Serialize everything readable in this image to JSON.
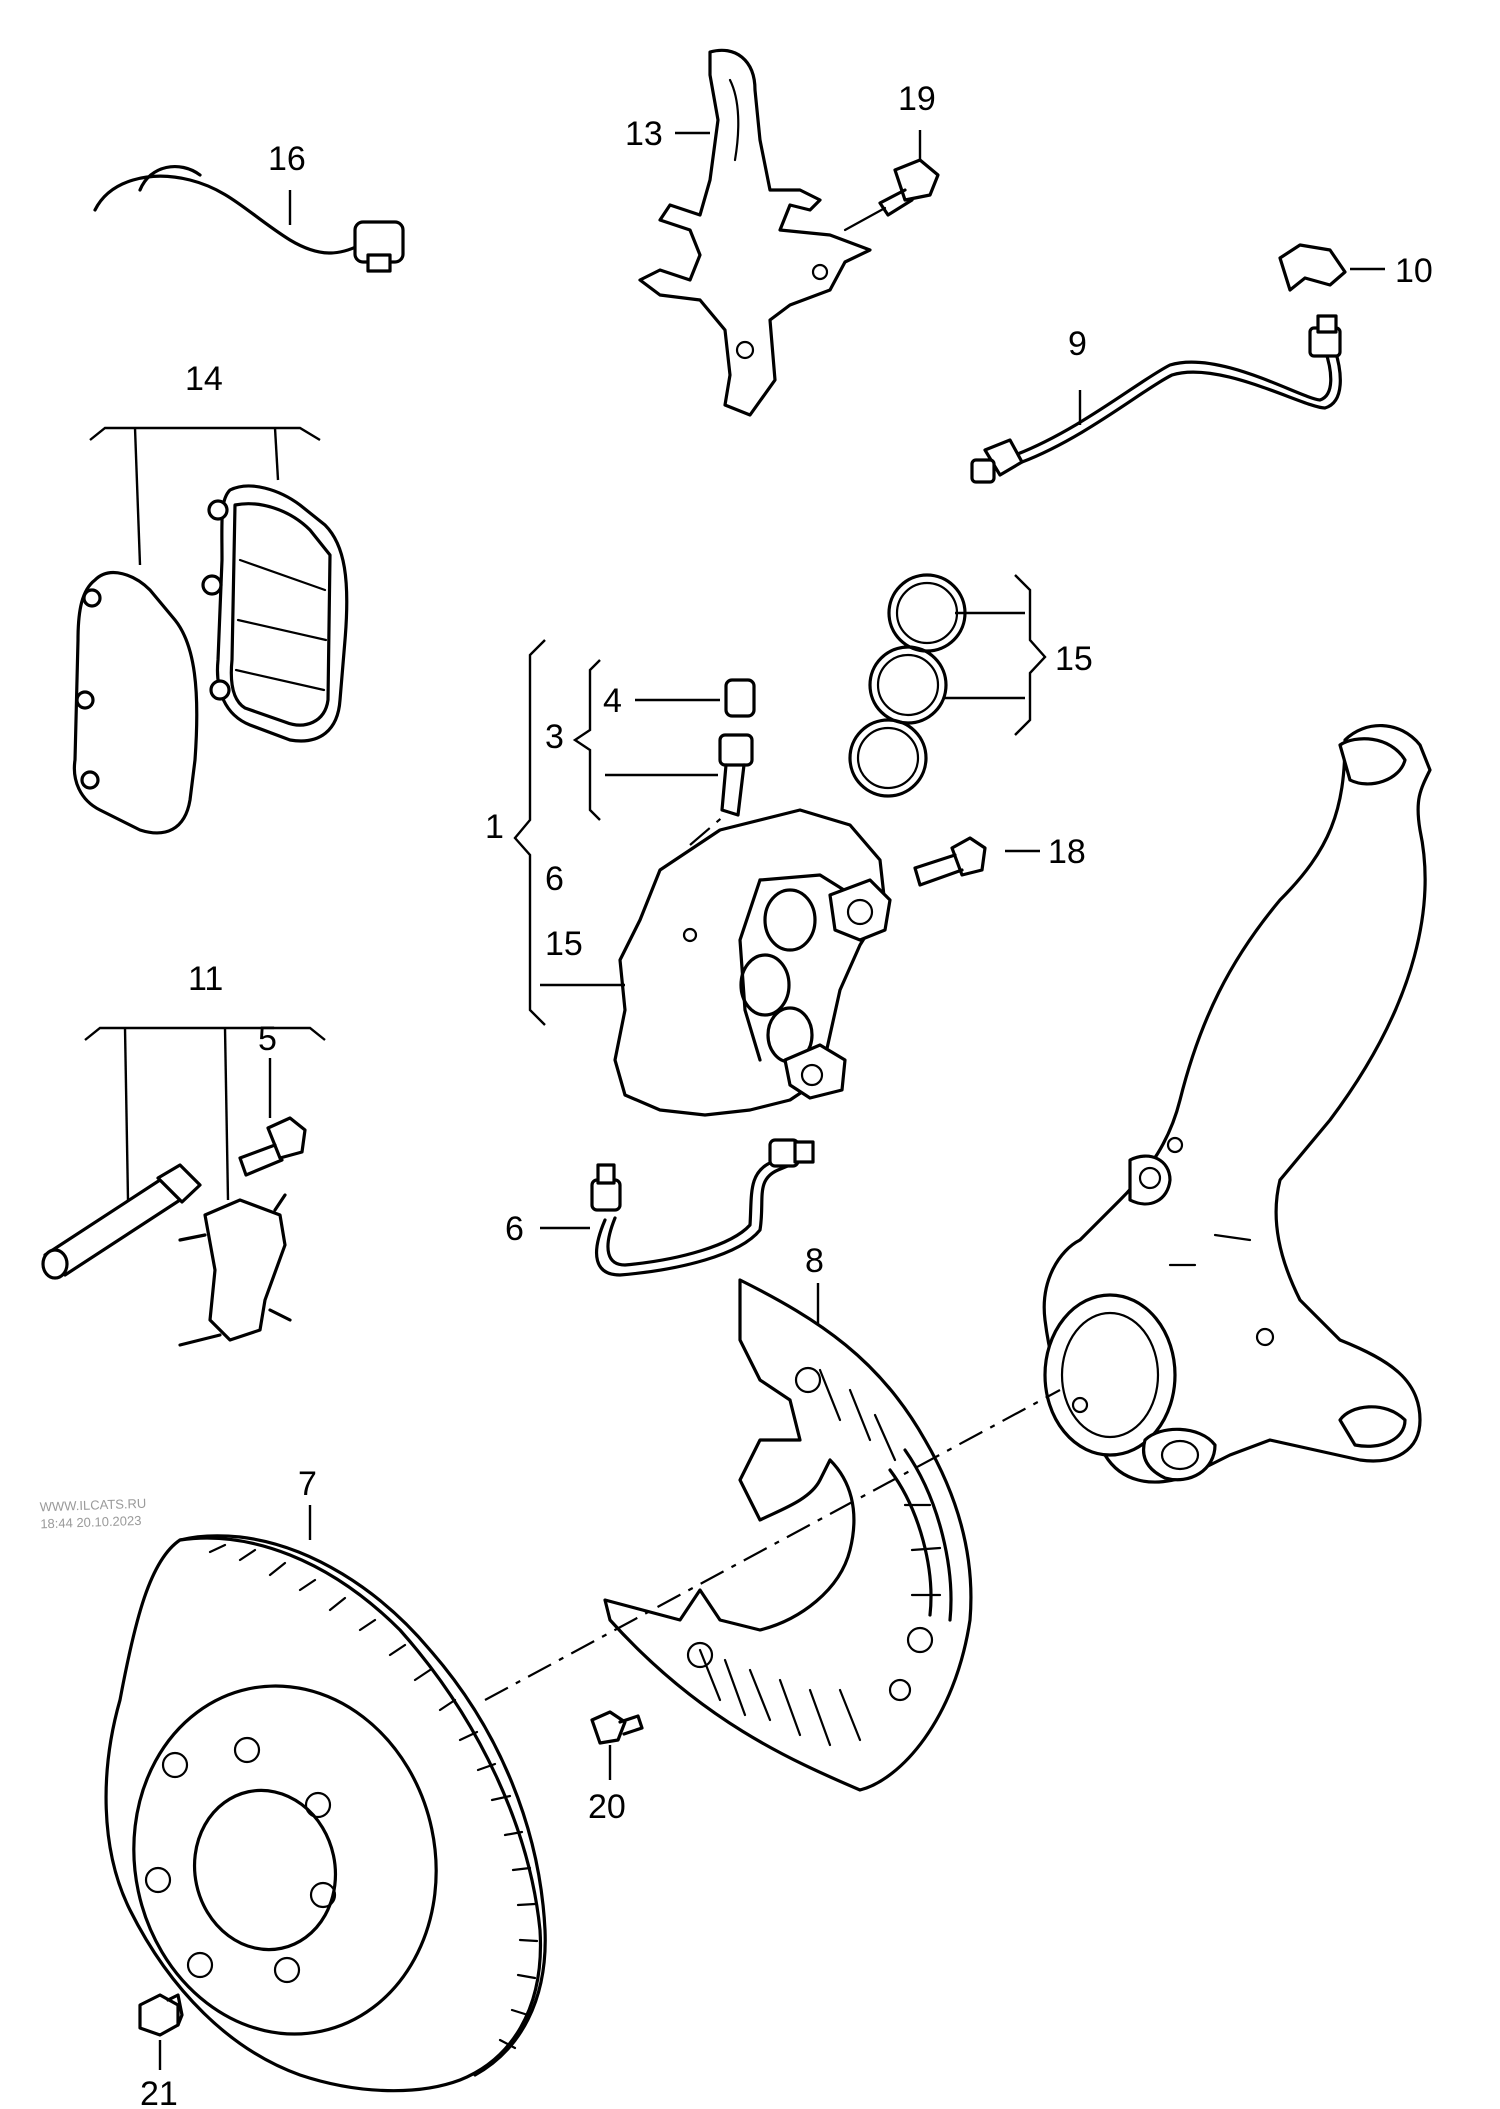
{
  "watermark": {
    "site": "WWW.ILCATS.RU",
    "stamp": "18:44 20.10.2023"
  },
  "callouts": [
    {
      "id": "c1",
      "text": "1"
    },
    {
      "id": "c3",
      "text": "3"
    },
    {
      "id": "c4",
      "text": "4"
    },
    {
      "id": "c5",
      "text": "5"
    },
    {
      "id": "c6a",
      "text": "6"
    },
    {
      "id": "c6b",
      "text": "6"
    },
    {
      "id": "c7",
      "text": "7"
    },
    {
      "id": "c8",
      "text": "8"
    },
    {
      "id": "c9",
      "text": "9"
    },
    {
      "id": "c10",
      "text": "10"
    },
    {
      "id": "c11",
      "text": "11"
    },
    {
      "id": "c13",
      "text": "13"
    },
    {
      "id": "c14",
      "text": "14"
    },
    {
      "id": "c15a",
      "text": "15"
    },
    {
      "id": "c15b",
      "text": "15"
    },
    {
      "id": "c16",
      "text": "16"
    },
    {
      "id": "c18",
      "text": "18"
    },
    {
      "id": "c19",
      "text": "19"
    },
    {
      "id": "c20",
      "text": "20"
    },
    {
      "id": "c21",
      "text": "21"
    }
  ]
}
